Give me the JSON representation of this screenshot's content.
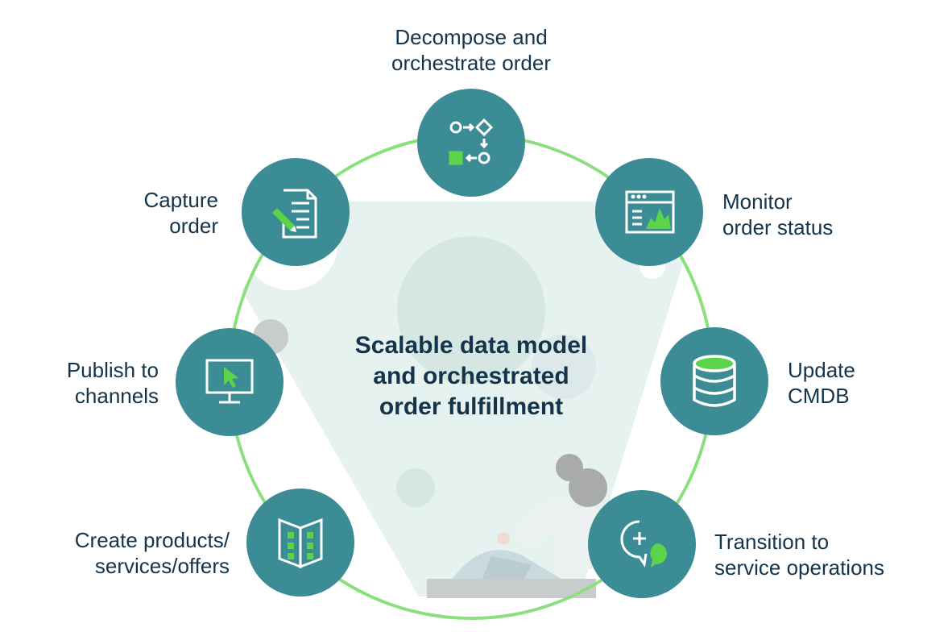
{
  "center": {
    "title": "Scalable data model\nand orchestrated\norder fulfillment"
  },
  "colors": {
    "node_fill": "#3b8c95",
    "ring": "#8be07e",
    "accent_green": "#5bd44a",
    "icon_white": "#ffffff",
    "background_shape": "#e6f2ef",
    "text": "#13344a"
  },
  "nodes": [
    {
      "id": "decompose",
      "label": "Decompose and\norchestrate order",
      "icon": "workflow-icon"
    },
    {
      "id": "monitor",
      "label": "Monitor\norder status",
      "icon": "dashboard-chart-icon"
    },
    {
      "id": "update-cmdb",
      "label": "Update\nCMDB",
      "icon": "database-icon"
    },
    {
      "id": "transition",
      "label": "Transition to\nservice operations",
      "icon": "chat-support-icon"
    },
    {
      "id": "create-products",
      "label": "Create products/\nservices/offers",
      "icon": "catalog-book-icon"
    },
    {
      "id": "publish",
      "label": "Publish to\nchannels",
      "icon": "monitor-cursor-icon"
    },
    {
      "id": "capture",
      "label": "Capture\norder",
      "icon": "document-pencil-icon"
    }
  ]
}
